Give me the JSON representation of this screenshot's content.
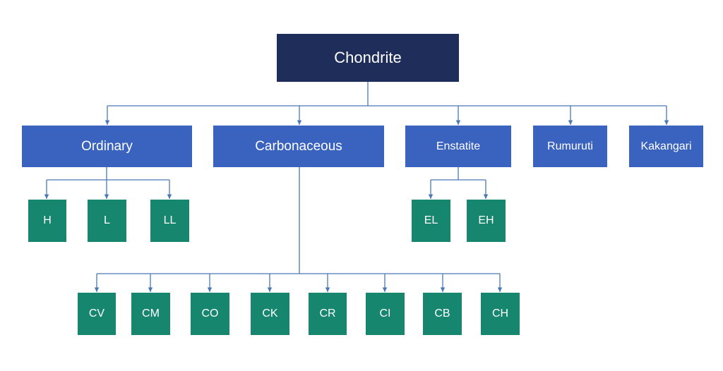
{
  "diagram": {
    "root": "Chondrite",
    "groups": {
      "ordinary": {
        "label": "Ordinary",
        "children": [
          "H",
          "L",
          "LL"
        ]
      },
      "carbonaceous": {
        "label": "Carbonaceous",
        "children": [
          "CV",
          "CM",
          "CO",
          "CK",
          "CR",
          "CI",
          "CB",
          "CH"
        ]
      },
      "enstatite": {
        "label": "Enstatite",
        "children": [
          "EL",
          "EH"
        ]
      },
      "rumuruti": {
        "label": "Rumuruti",
        "children": []
      },
      "kakangari": {
        "label": "Kakangari",
        "children": []
      }
    },
    "colors": {
      "root": "#1f2d5a",
      "group": "#3a62bf",
      "leaf": "#16866f",
      "connector": "#4a78b4"
    }
  }
}
